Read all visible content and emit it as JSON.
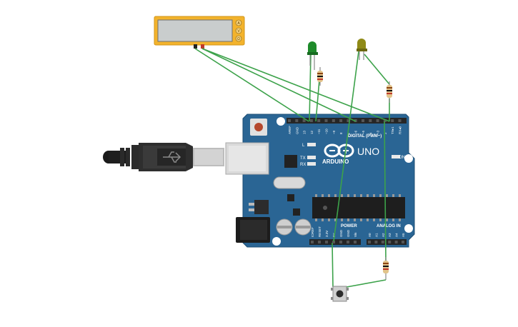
{
  "board": {
    "brand": "ARDUINO",
    "model": "UNO",
    "on_label": "ON",
    "l_label": "L",
    "tx_label": "TX",
    "rx_label": "RX",
    "digital_label": "DIGITAL (PWM~)",
    "power_label": "POWER",
    "analog_label": "ANALOG IN",
    "digital_pins": [
      "AREF",
      "GND",
      "13",
      "12",
      "~11",
      "~10",
      "~9",
      "8",
      "7",
      "~6",
      "~5",
      "4",
      "~3",
      "2",
      "TX▸1",
      "RX◂0"
    ],
    "power_pins": [
      "IOREF",
      "RESET",
      "3.3V",
      "5V",
      "GND",
      "GND",
      "Vin"
    ],
    "analog_pins": [
      "A0",
      "A1",
      "A2",
      "A3",
      "A4",
      "A5"
    ]
  },
  "multimeter": {
    "modes": [
      "A",
      "V",
      "Ω"
    ]
  },
  "colors": {
    "board": "#2a6594",
    "wire": "#3ca24a",
    "led_green": "#1e8a2a",
    "led_yellow": "#8f8a17",
    "multimeter_body": "#f3b32c"
  }
}
